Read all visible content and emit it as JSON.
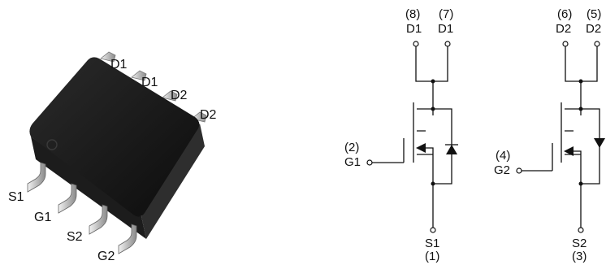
{
  "package": {
    "top_pins": [
      "D1",
      "D1",
      "D2",
      "D2"
    ],
    "bottom_pins": [
      "S1",
      "G1",
      "S2",
      "G2"
    ]
  },
  "mosfet_1": {
    "drain_pins": [
      {
        "number": "(8)",
        "name": "D1"
      },
      {
        "number": "(7)",
        "name": "D1"
      }
    ],
    "gate": {
      "number": "(2)",
      "name": "G1"
    },
    "source": {
      "number": "(1)",
      "name": "S1"
    }
  },
  "mosfet_2": {
    "drain_pins": [
      {
        "number": "(6)",
        "name": "D2"
      },
      {
        "number": "(5)",
        "name": "D2"
      }
    ],
    "gate": {
      "number": "(4)",
      "name": "G2"
    },
    "source": {
      "number": "(3)",
      "name": "S2"
    }
  },
  "colors": {
    "package_body": "#141414",
    "package_side": "#2a2a2a",
    "pin_metal": "#cfcfcf",
    "line": "#111111"
  }
}
